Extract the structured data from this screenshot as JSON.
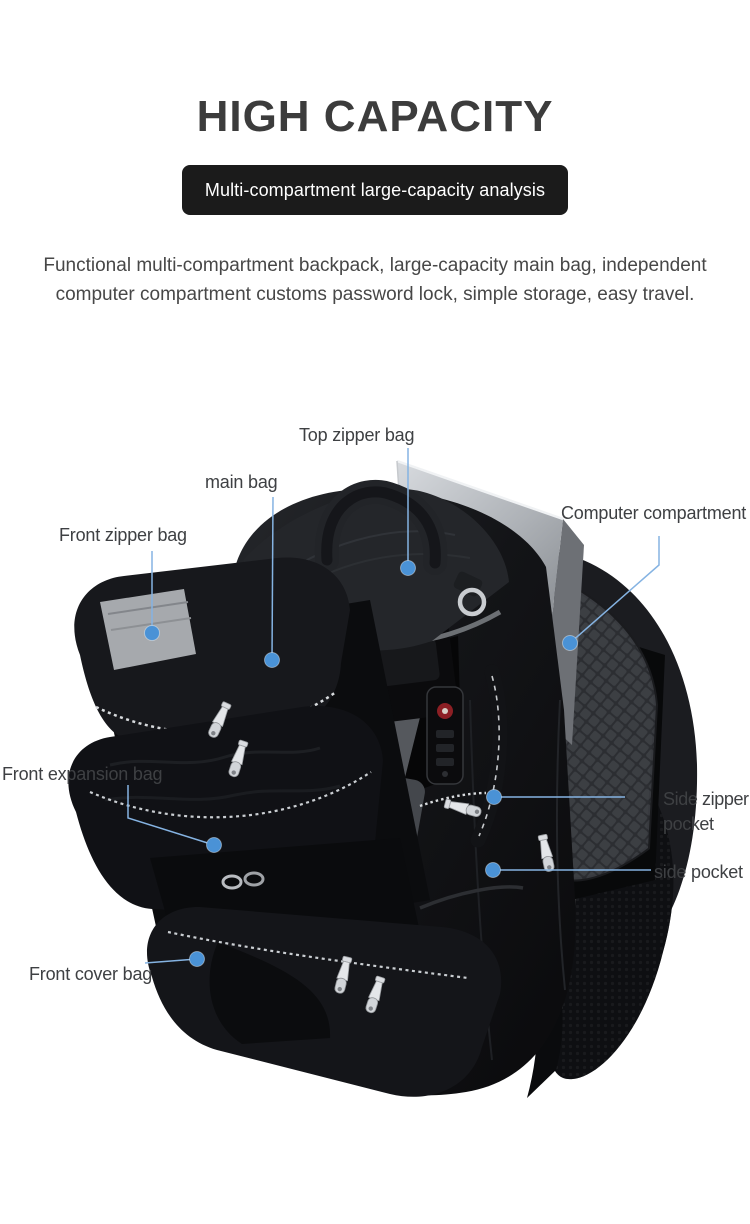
{
  "header": {
    "title": "HIGH CAPACITY",
    "banner": "Multi-compartment large-capacity analysis",
    "description": "Functional multi-compartment backpack, large-capacity main bag, independent\ncomputer compartment customs password lock, simple storage, easy travel."
  },
  "annotations": [
    {
      "id": "top-zipper-bag",
      "label": "Top zipper bag"
    },
    {
      "id": "main-bag",
      "label": "main bag"
    },
    {
      "id": "front-zipper-bag",
      "label": "Front zipper bag"
    },
    {
      "id": "computer-compartment",
      "label": "Computer compartment"
    },
    {
      "id": "front-expansion-bag",
      "label": "Front expansion bag"
    },
    {
      "id": "side-zipper-pocket",
      "label": "Side zipper\npocket"
    },
    {
      "id": "side-pocket",
      "label": "side pocket"
    },
    {
      "id": "front-cover-bag",
      "label": "Front cover bag"
    }
  ],
  "colors": {
    "callout_dot": "#4a92d6",
    "callout_line": "#85b3e2",
    "banner_background": "#1b1b1b",
    "banner_text": "#ffffff",
    "title_text": "#3c3c3c",
    "body_text": "#474747",
    "label_text": "#3e4043",
    "background": "#ffffff"
  }
}
